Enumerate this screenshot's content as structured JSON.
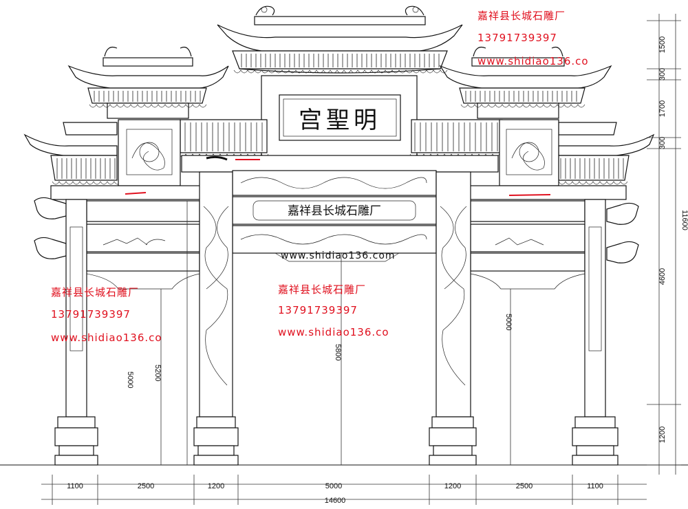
{
  "plaque": {
    "title": "宫聖明"
  },
  "watermarks": {
    "company": "嘉祥县长城石雕厂",
    "phone": "13791739397",
    "website": "www.shidiao136.co",
    "website_center": "www.shidiao136.com"
  },
  "colors": {
    "watermark": "#e0101e",
    "line": "#111111",
    "accent_red": "#e0101e"
  },
  "dimensions": {
    "bottom_segments": [
      "1100",
      "2500",
      "1200",
      "5000",
      "1200",
      "2500",
      "1100"
    ],
    "total_width": "14600",
    "right_vertical": [
      "1500",
      "300",
      "1700",
      "300",
      "4600",
      "1200"
    ],
    "total_height": "11600",
    "heights": {
      "left_opening": "5000",
      "left_pillar": "5200",
      "center_opening": "5800",
      "right_opening": "5000"
    }
  }
}
